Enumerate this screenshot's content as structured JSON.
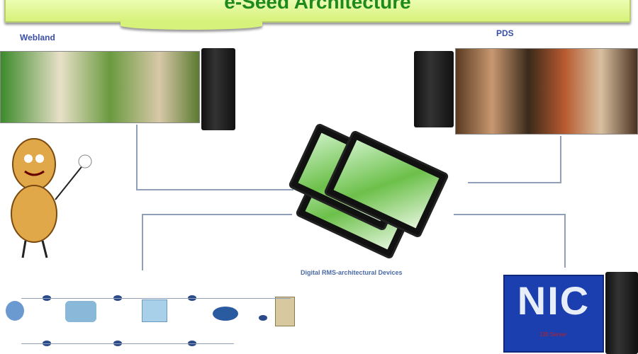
{
  "title": "e-Seed Architecture",
  "labels": {
    "webland": "Webland",
    "pds": "PDS",
    "devices": "Digital RMS-architectural Devices"
  },
  "nic": {
    "logo": "NIC",
    "server_label": "DB Server"
  },
  "colors": {
    "banner": "#d6f27a",
    "title": "#1e8a1e",
    "label": "#3a4fa8",
    "nic_blue": "#1c3fb0"
  }
}
